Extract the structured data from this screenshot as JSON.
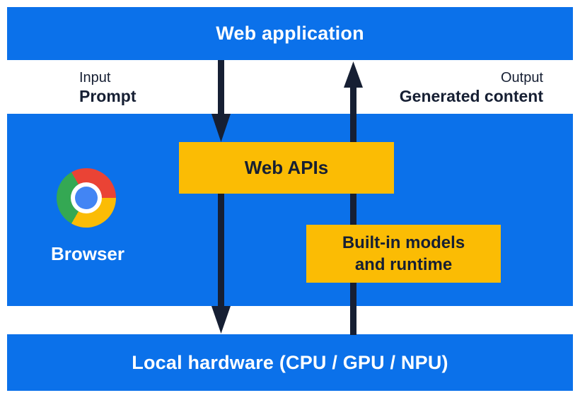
{
  "colors": {
    "blue": "#0B71EA",
    "yellow": "#FBBC04",
    "ink": "#161F33",
    "chrome_red": "#EA4335",
    "chrome_yellow": "#FBBC05",
    "chrome_green": "#34A853",
    "chrome_blue": "#4285F4"
  },
  "top_bar": {
    "label": "Web application"
  },
  "flow_labels": {
    "input_caption": "Input",
    "input_value": "Prompt",
    "output_caption": "Output",
    "output_value": "Generated content"
  },
  "browser": {
    "label": "Browser",
    "web_apis_label": "Web APIs",
    "builtin_models_line1": "Built-in models",
    "builtin_models_line2": "and runtime"
  },
  "bottom_bar": {
    "label": "Local hardware (CPU / GPU / NPU)"
  },
  "icons": {
    "chrome": "chrome-logo"
  }
}
